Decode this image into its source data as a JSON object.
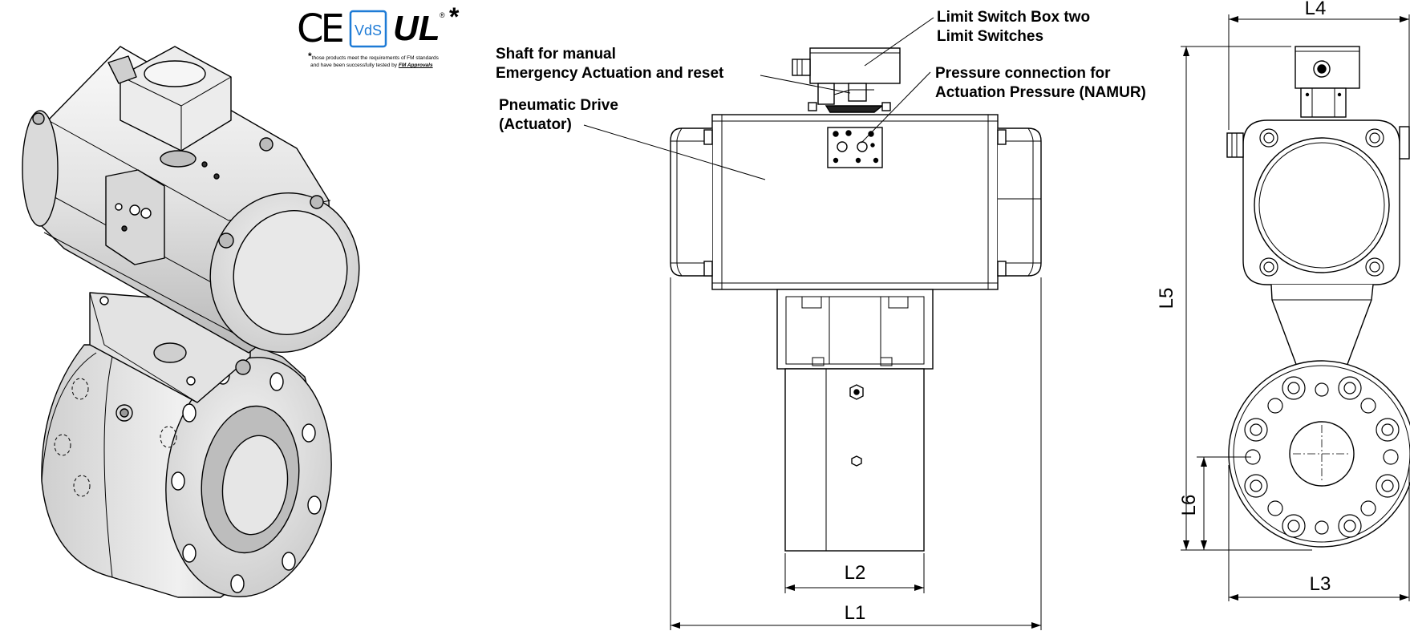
{
  "certifications": {
    "ce_mark": "CE",
    "vds_mark": "VdS",
    "ul_mark": "UL",
    "asterisk": "*",
    "registered": "®",
    "note_star": "*",
    "note_line1": "those products meet the requirements of FM standards",
    "note_line2_prefix": "and have been successfully tested by ",
    "note_fm": "FM Approvals"
  },
  "annotations": {
    "limit_switch_1": "Limit Switch Box two",
    "limit_switch_2": "Limit Switches",
    "shaft_1": "Shaft for manual",
    "shaft_2": "Emergency Actuation and reset",
    "pressure_1": "Pressure connection for",
    "pressure_2": "Actuation Pressure (NAMUR)",
    "drive_1": "Pneumatic Drive",
    "drive_2": "(Actuator)"
  },
  "dimensions": {
    "l1": "L1",
    "l2": "L2",
    "l3": "L3",
    "l4": "L4",
    "l5": "L5",
    "l6": "L6"
  },
  "colors": {
    "line": "#000000",
    "metal_light": "#f1f1f1",
    "metal_mid": "#d2d2d2",
    "metal_dark": "#9a9a9a",
    "vds_blue": "#1e7bd6"
  }
}
